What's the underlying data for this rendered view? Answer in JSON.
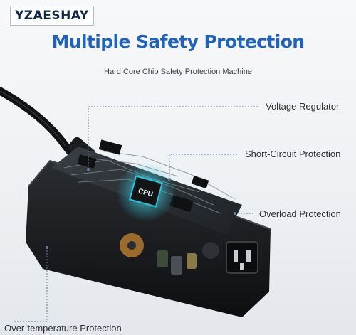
{
  "brand": "YZAESHAY",
  "headline": "Multiple Safety Protection",
  "subheadline": "Hard Core Chip Safety Protection Machine",
  "chip_label": "CPU",
  "callouts": {
    "voltage": "Voltage Regulator",
    "short_circuit": "Short-Circuit Protection",
    "overload": "Overload Protection",
    "over_temperature": "Over-temperature Protection"
  },
  "colors": {
    "headline": "#1f62b8",
    "accent_cyan": "#28c3d8",
    "case": "#15171a",
    "board": "#2a2e33"
  }
}
